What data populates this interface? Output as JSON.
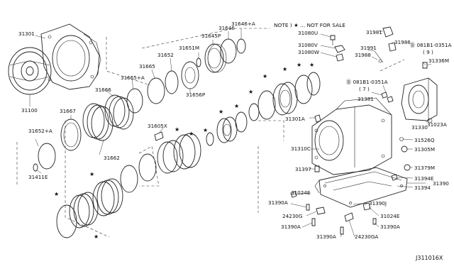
{
  "note": "NOTE ) ★ ... NOT FOR SALE",
  "diagram_code": "J311016X",
  "labels": {
    "p31301": "31301",
    "p31100": "31100",
    "p31646": "31646",
    "p31646a": "31646+A",
    "p31645p": "31645P",
    "p31651m": "31651M",
    "p31652": "31652",
    "p31665a": "31665+A",
    "p31665": "31665",
    "p31666": "31666",
    "p31656p": "31656P",
    "p31667": "31667",
    "p31652a": "31652+A",
    "p31605x": "31605X",
    "p31662": "31662",
    "p31411e": "31411E",
    "p31080u": "31080U",
    "p31080v": "31080V",
    "p31080w": "31080W",
    "p31981": "31981",
    "p31986": "31986",
    "p31991": "31991",
    "p31988": "31988",
    "p08181a": "Ⓑ 081B1-0351A",
    "p08181a_qty9": "( 9 )",
    "p31336m": "31336M",
    "p08181b": "Ⓑ 081B1-0351A",
    "p08181b_qty7": "( 7 )",
    "p31381": "31381",
    "p31301a": "31301A",
    "p31330": "31330",
    "p31023a": "31023A",
    "p31526q": "31526Q",
    "p31305m": "31305M",
    "p31310c": "31310C",
    "p31397": "31397",
    "p31379m": "31379M",
    "p31394e": "31394E",
    "p31390": "31390",
    "p31394": "31394",
    "p31024e_l": "31024E",
    "p31390a_1": "31390A",
    "p31390j": "31390J",
    "p24230g": "24230G",
    "p31024e_r": "31024E",
    "p31390a_2": "31390A",
    "p31390a_3": "31390A",
    "p31390a_4": "31390A",
    "p24230ga": "24230GA"
  }
}
